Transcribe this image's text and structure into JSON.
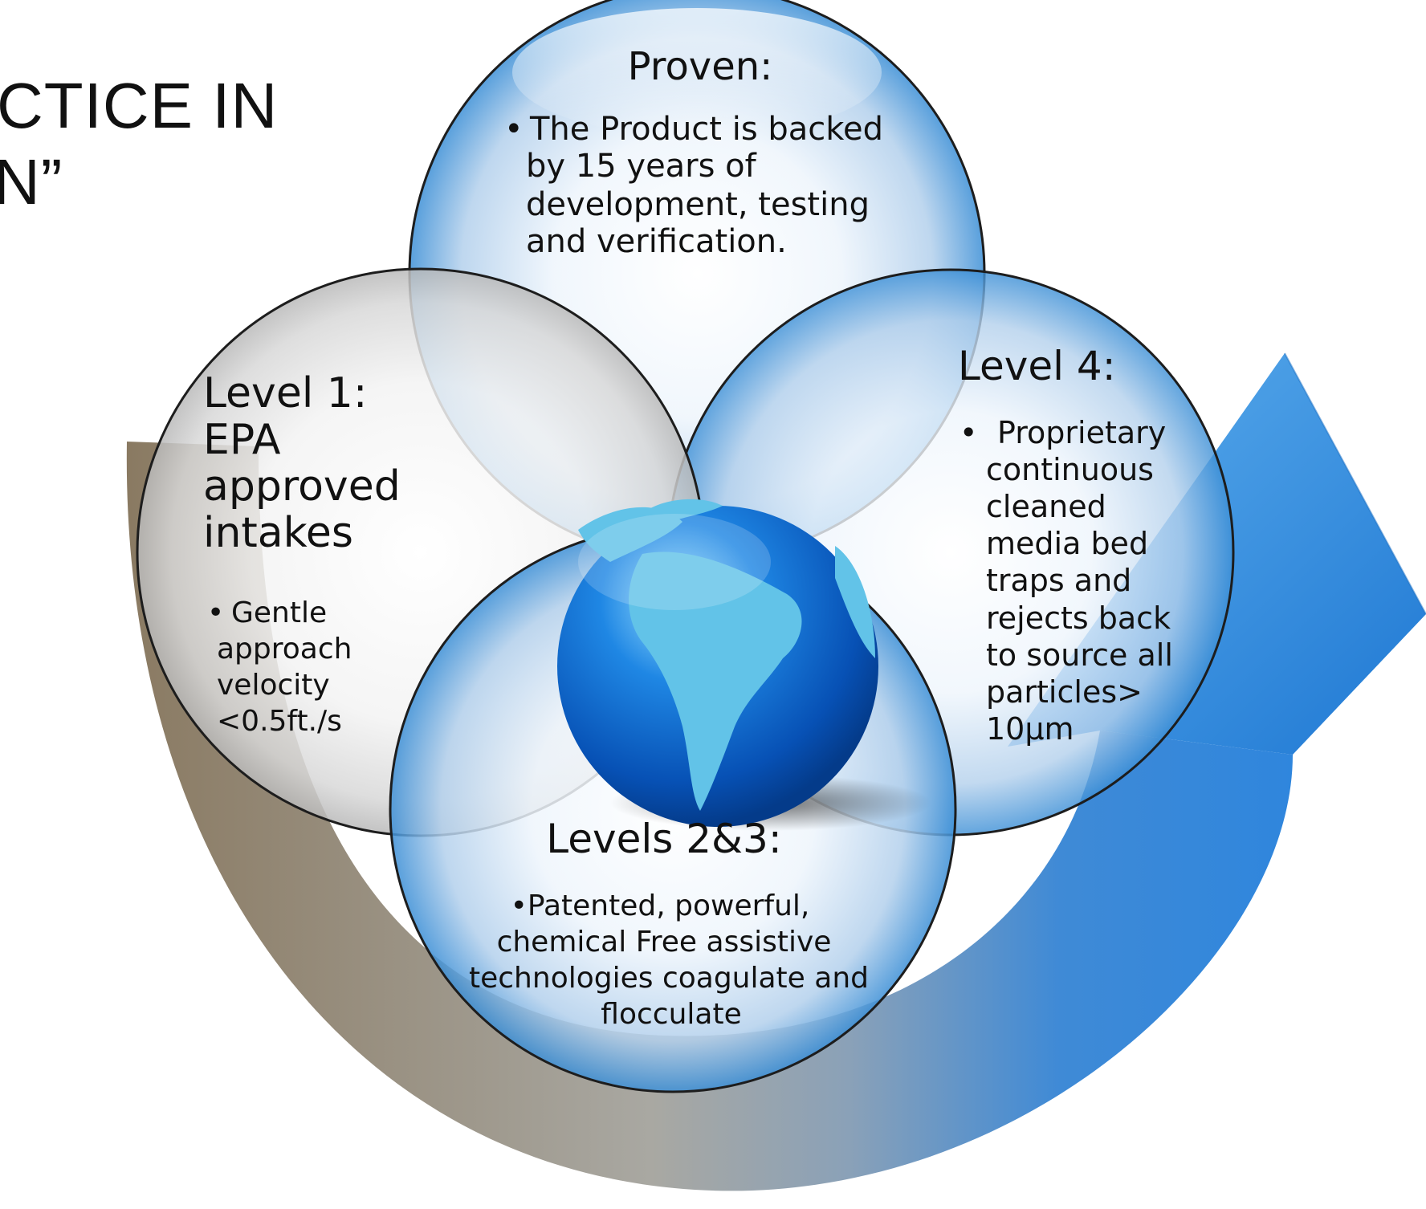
{
  "slide_title": {
    "line1": "CTICE IN",
    "line2": "N”"
  },
  "circles": {
    "proven": {
      "heading": "Proven:",
      "bullet": "•",
      "lines": [
        "The Product is backed",
        "by 15 years of",
        "development, testing",
        "and verification."
      ]
    },
    "level1": {
      "heading_lines": [
        "Level 1:",
        "EPA",
        "approved",
        "intakes"
      ],
      "bullet": "•",
      "lines": [
        "Gentle",
        "approach",
        "velocity",
        "<0.5ft./s"
      ]
    },
    "level4": {
      "heading": "Level 4:",
      "bullet": "•",
      "lines": [
        "Proprietary",
        "continuous",
        "cleaned",
        "media bed",
        "traps and",
        "rejects back",
        "to source all",
        "particles>",
        "10μm"
      ]
    },
    "levels23": {
      "heading": "Levels 2&3:",
      "lines": [
        "•Patented,  powerful,",
        "chemical Free assistive",
        "technologies coagulate and",
        "flocculate"
      ]
    }
  },
  "icons": {
    "globe": "globe-icon",
    "arrow": "curved-arrow-icon"
  },
  "colors": {
    "arrow_start": "#8a7a62",
    "arrow_mid": "#a9a8a2",
    "arrow_end": "#2f86dd",
    "bubble_blue": "#3c8fd6",
    "globe_ocean": "#0a5ec8",
    "globe_land": "#62c3e8"
  }
}
